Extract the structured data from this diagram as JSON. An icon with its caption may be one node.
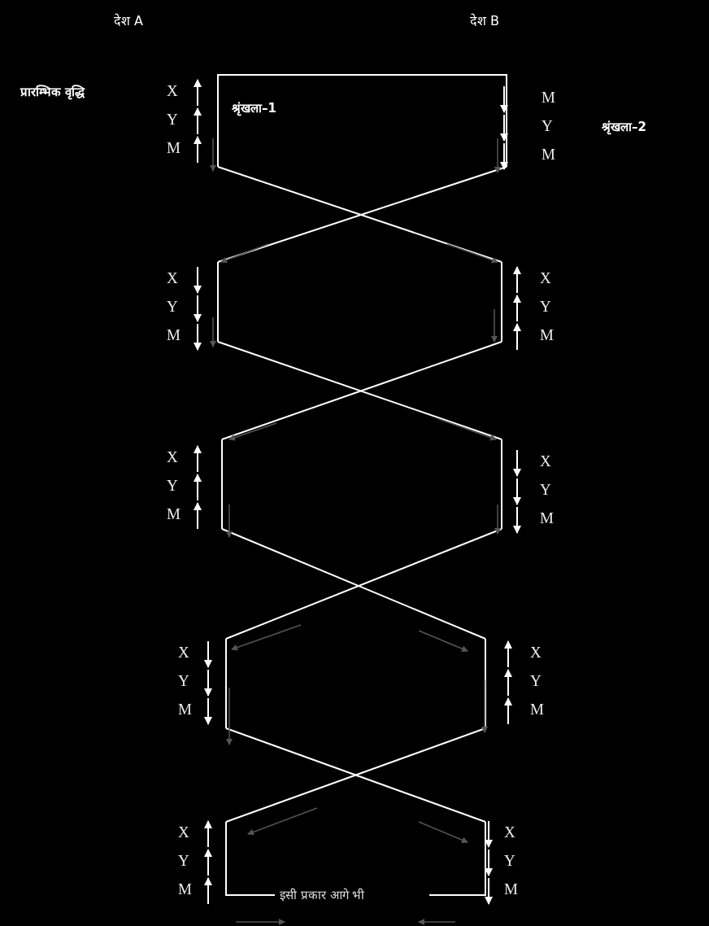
{
  "diagram": {
    "labels": [
      "देश A",
      "देश B",
      "प्रारम्भिक वृद्धि",
      "श्रृंखला–1",
      "श्रृंखला–2",
      "X",
      "Y",
      "M",
      "M",
      "Y",
      "M",
      "X",
      "Y",
      "M",
      "X",
      "Y",
      "M",
      "X",
      "Y",
      "M",
      "X",
      "Y",
      "M",
      "X",
      "Y",
      "M",
      "X",
      "Y",
      "M",
      "X",
      "Y",
      "M",
      "X",
      "Y",
      "M",
      "इसी प्रकार आगे भी"
    ]
  }
}
